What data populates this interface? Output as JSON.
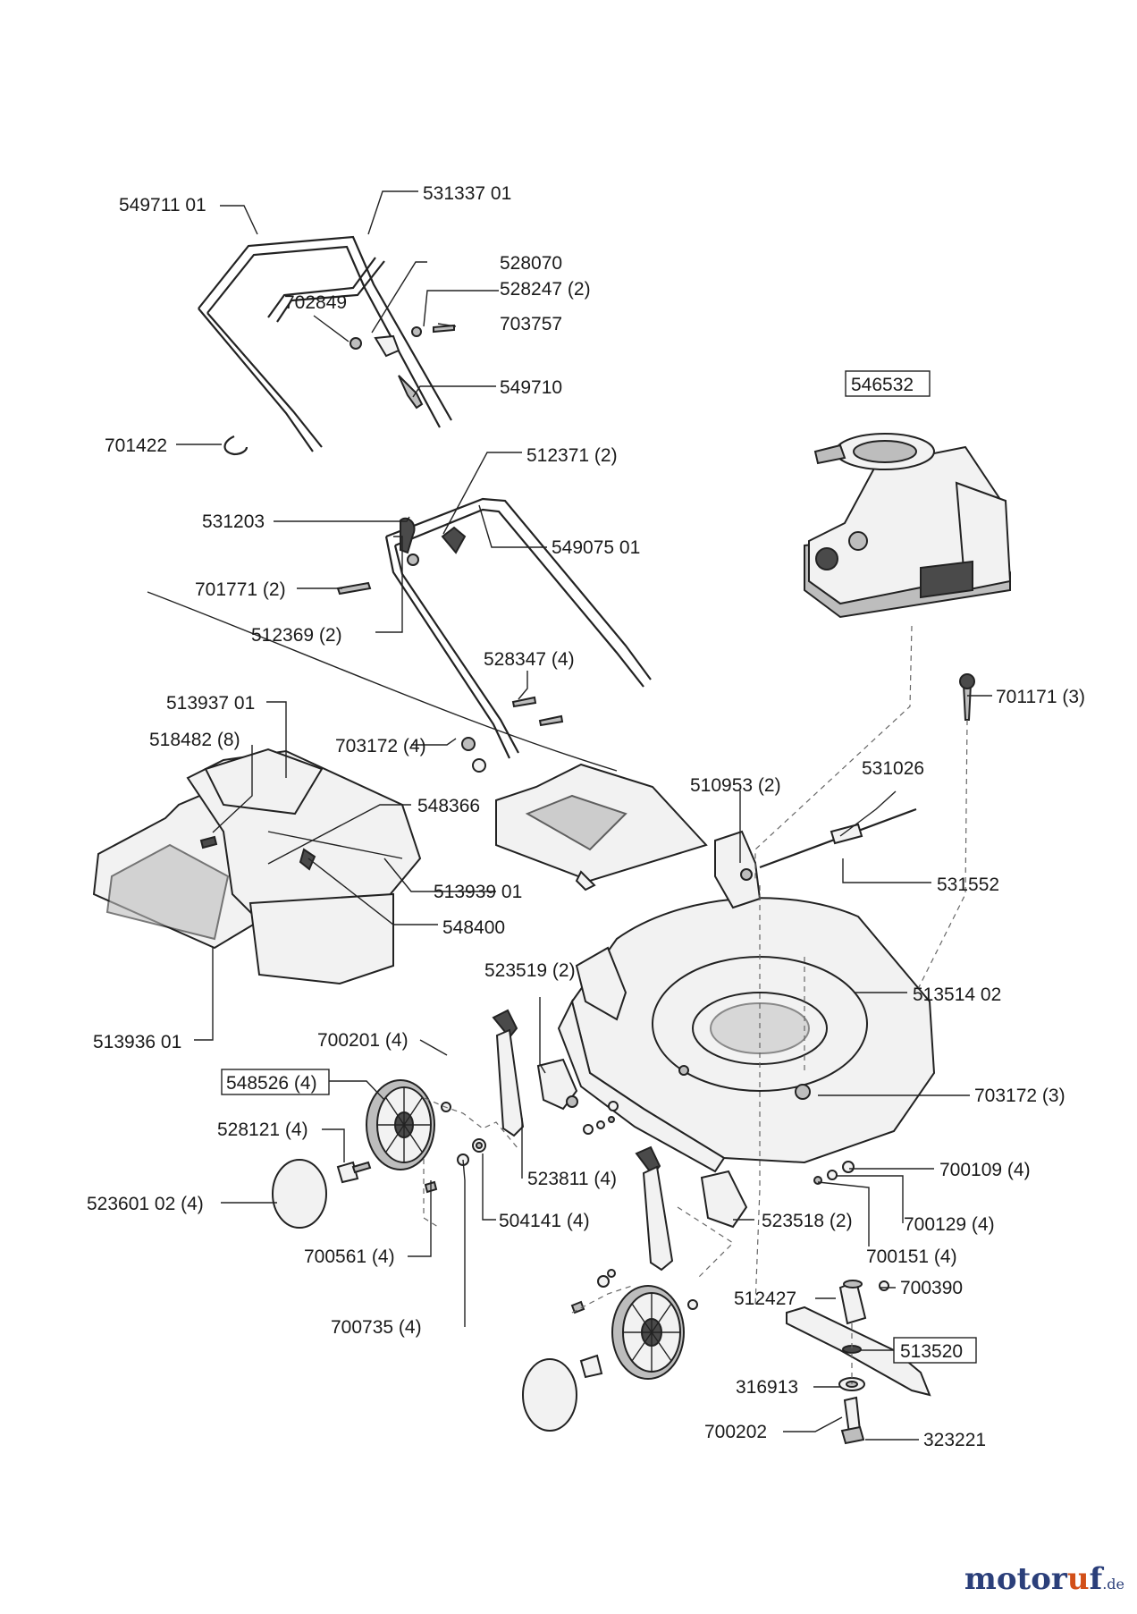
{
  "parts": {
    "p549711": "549711 01",
    "p531337": "531337 01",
    "p528070": "528070",
    "p528247": "528247 (2)",
    "p702849": "702849",
    "p703757": "703757",
    "p549710": "549710",
    "p701422": "701422",
    "p546532": "546532",
    "p512371": "512371 (2)",
    "p531203": "531203",
    "p549075": "549075 01",
    "p701771": "701771 (2)",
    "p512369": "512369 (2)",
    "p528347": "528347 (4)",
    "p701171": "701171 (3)",
    "p513937": "513937 01",
    "p518482": "518482 (8)",
    "p703172a": "703172 (4)",
    "p531026": "531026",
    "p510953": "510953 (2)",
    "p548366": "548366",
    "p513939": "513939 01",
    "p531552": "531552",
    "p548400": "548400",
    "p523519": "523519 (2)",
    "p513514": "513514 02",
    "p513936": "513936 01",
    "p700201": "700201 (4)",
    "p548526": "548526 (4)",
    "p703172b": "703172 (3)",
    "p528121": "528121 (4)",
    "p523811": "523811 (4)",
    "p700109": "700109 (4)",
    "p523601": "523601 02 (4)",
    "p504141": "504141 (4)",
    "p523518": "523518 (2)",
    "p700129": "700129 (4)",
    "p700561": "700561 (4)",
    "p700151": "700151 (4)",
    "p512427": "512427",
    "p700390": "700390",
    "p700735": "700735 (4)",
    "p513520": "513520",
    "p316913": "316913",
    "p700202": "700202",
    "p323221": "323221"
  },
  "watermark": {
    "brand_a": "motor",
    "brand_dots": "u",
    "brand_b": "f",
    "tld": ".de"
  }
}
